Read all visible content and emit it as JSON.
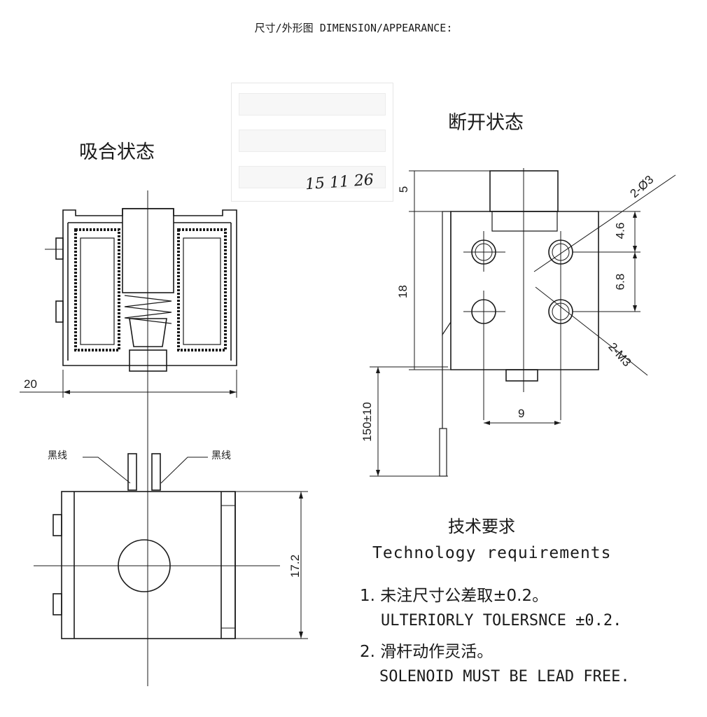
{
  "header": "尺寸/外形图 DIMENSION/APPEARANCE:",
  "views": {
    "closed_title": "吸合状态",
    "open_title": "断开状态"
  },
  "handwritten_note": "15 11 26",
  "dimensions": {
    "width_left": "20",
    "stroke": "5",
    "body_height": "18",
    "hole_spacing_1": "4.6",
    "hole_spacing_2": "6.8",
    "hole_pitch": "9",
    "lead_length": "150±10",
    "height_front": "17.2",
    "holes_through": "2-Ø3",
    "holes_thread": "2-M3"
  },
  "wire_labels": {
    "left": "黑线",
    "right": "黑线"
  },
  "requirements": {
    "title_cn": "技术要求",
    "title_en": "Technology   requirements",
    "item1_cn": "1. 未注尺寸公差取±0.2。",
    "item1_en": "ULTERIORLY TOLERSNCE ±0.2.",
    "item2_cn": "2. 滑杆动作灵活。",
    "item2_en": "SOLENOID MUST BE LEAD FREE."
  }
}
